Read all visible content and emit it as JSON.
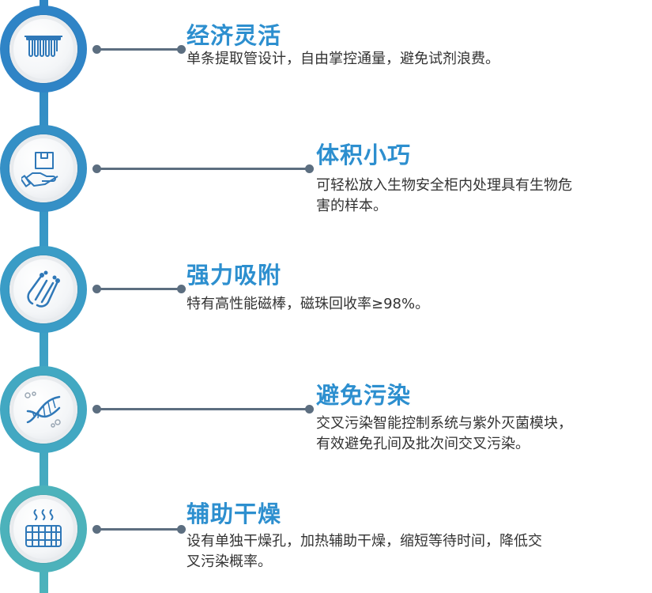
{
  "features": [
    {
      "title": "经济灵活",
      "desc_lines": [
        "单条提取管设计，自由掌控通量，避免试剂浪费。"
      ],
      "icon": "tube-strip-icon",
      "ring_color": "#2f84c6"
    },
    {
      "title": "体积小巧",
      "desc_lines": [
        "可轻松放入生物安全柜内处理具有生物危",
        "害的样本。"
      ],
      "icon": "box-on-hand-icon",
      "ring_color": "#3590c6"
    },
    {
      "title": "强力吸附",
      "desc_lines": [
        "特有高性能磁棒，磁珠回收率≥98%。"
      ],
      "icon": "magnetic-rod-icon",
      "ring_color": "#3a9cc6"
    },
    {
      "title": "避免污染",
      "desc_lines": [
        "交叉污染智能控制系统与紫外灭菌模块，",
        "有效避免孔间及批次间交叉污染。"
      ],
      "icon": "dna-helix-icon",
      "ring_color": "#42a8c2"
    },
    {
      "title": "辅助干燥",
      "desc_lines": [
        "设有单独干燥孔，加热辅助干燥，缩短等待时间，降低交",
        "叉污染概率。"
      ],
      "icon": "heater-icon",
      "ring_color": "#4cb2bb"
    }
  ]
}
